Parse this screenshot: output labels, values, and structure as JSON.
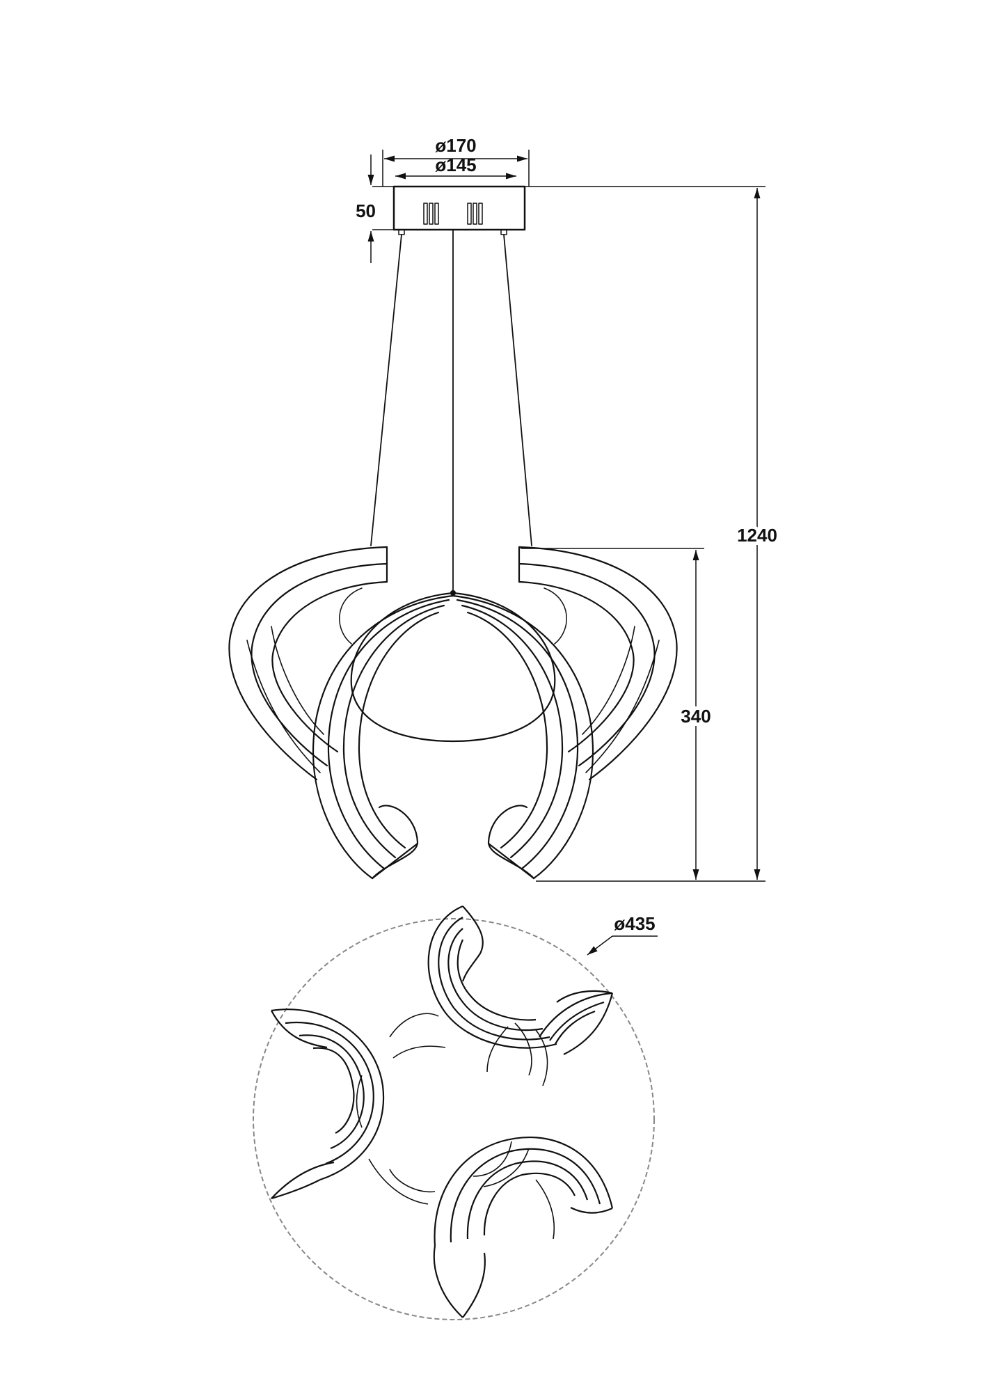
{
  "dimensions": {
    "canopy_outer_diameter": "ø170",
    "canopy_inner_diameter": "ø145",
    "canopy_height": "50",
    "overall_height": "1240",
    "shade_height": "340",
    "shade_diameter": "ø435"
  },
  "colors": {
    "line": "#111111",
    "dashed_outline": "#888888",
    "background": "#ffffff"
  }
}
